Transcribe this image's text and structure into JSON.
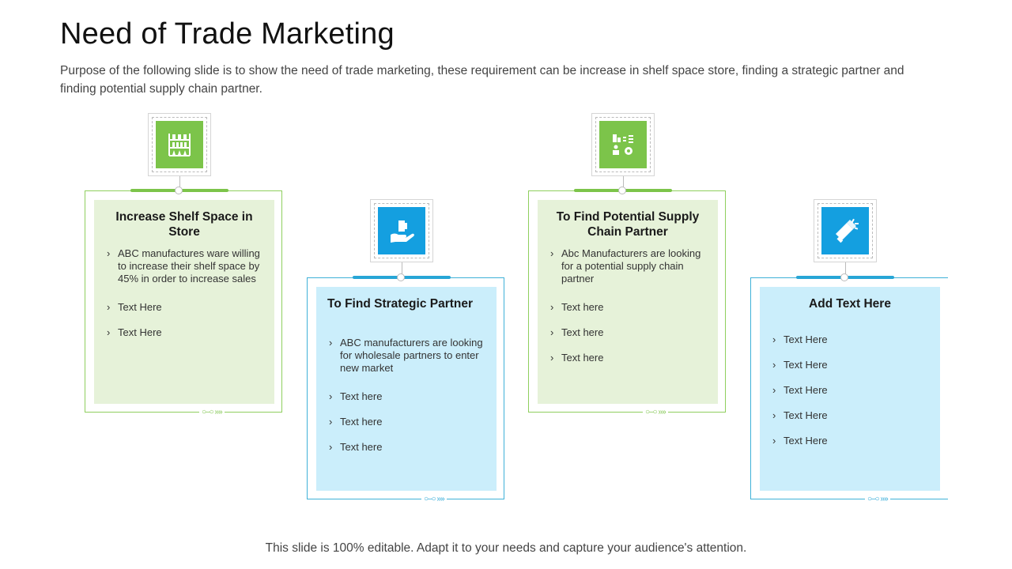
{
  "title": "Need of Trade Marketing",
  "subtitle": "Purpose of the following slide is to show the need of trade marketing, these requirement can be increase in shelf space store, finding a strategic partner and finding potential supply chain partner.",
  "footer": "This slide is 100% editable. Adapt it to your needs and capture your audience's attention.",
  "colors": {
    "green": "#7cc44a",
    "green_fill": "#e6f2d9",
    "blue": "#149fe0",
    "blue_fill": "#cbeefb"
  },
  "cards": [
    {
      "title": "Increase Shelf Space in Store",
      "icon": "shelf-icon",
      "bullets": [
        "ABC manufactures ware willing to increase their shelf space by 45% in order to increase sales",
        "Text Here",
        "Text Here"
      ]
    },
    {
      "title": "To Find Strategic Partner",
      "icon": "hand-puzzle-icon",
      "bullets": [
        "ABC manufacturers are looking for wholesale partners to enter new market",
        "Text here",
        "Text here",
        "Text here"
      ]
    },
    {
      "title": "To Find Potential Supply Chain Partner",
      "icon": "supply-chain-icon",
      "bullets": [
        "Abc Manufacturers are looking for a potential supply chain partner",
        "Text here",
        "Text here",
        "Text here"
      ]
    },
    {
      "title": "Add Text Here",
      "icon": "megaphone-icon",
      "bullets": [
        "Text Here",
        "Text Here",
        "Text Here",
        "Text Here",
        "Text Here"
      ]
    }
  ]
}
